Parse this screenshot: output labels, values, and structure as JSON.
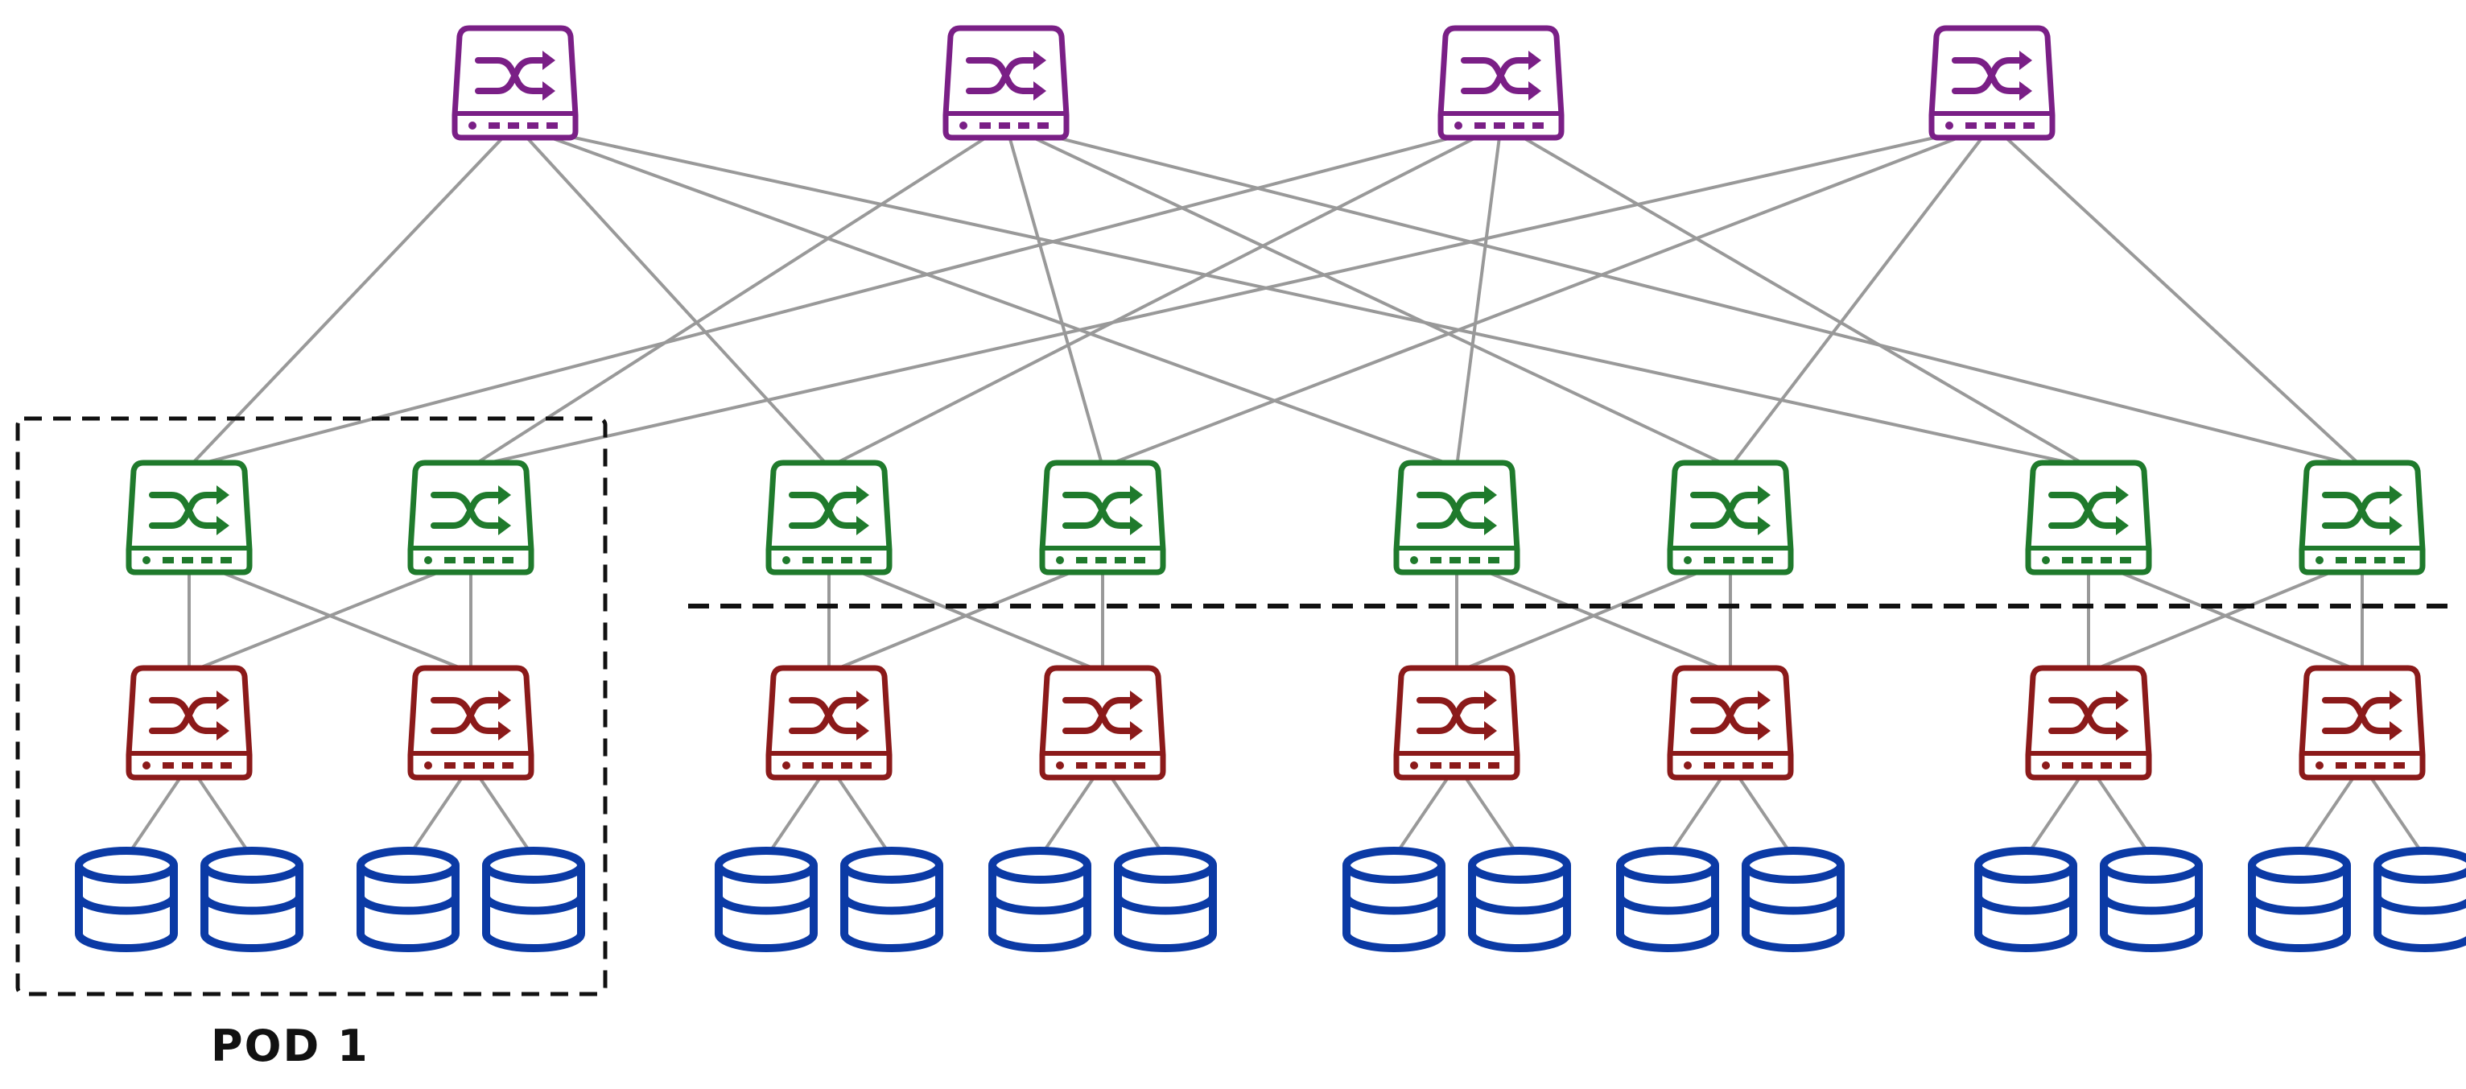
{
  "diagram": {
    "pod_label": "POD 1"
  },
  "colors": {
    "core": "#7a1f86",
    "aggregation": "#1f7a2c",
    "edge": "#8b1a1a",
    "host": "#0b3aa5",
    "link": "#999999",
    "boundary": "#111111"
  },
  "icons": {
    "switch": "switch-icon",
    "host": "database-icon"
  },
  "topology": {
    "type": "fat-tree",
    "core_switches": 4,
    "pods": 4,
    "aggregation_per_pod": 2,
    "edge_per_pod": 2,
    "hosts_per_edge": 2
  }
}
